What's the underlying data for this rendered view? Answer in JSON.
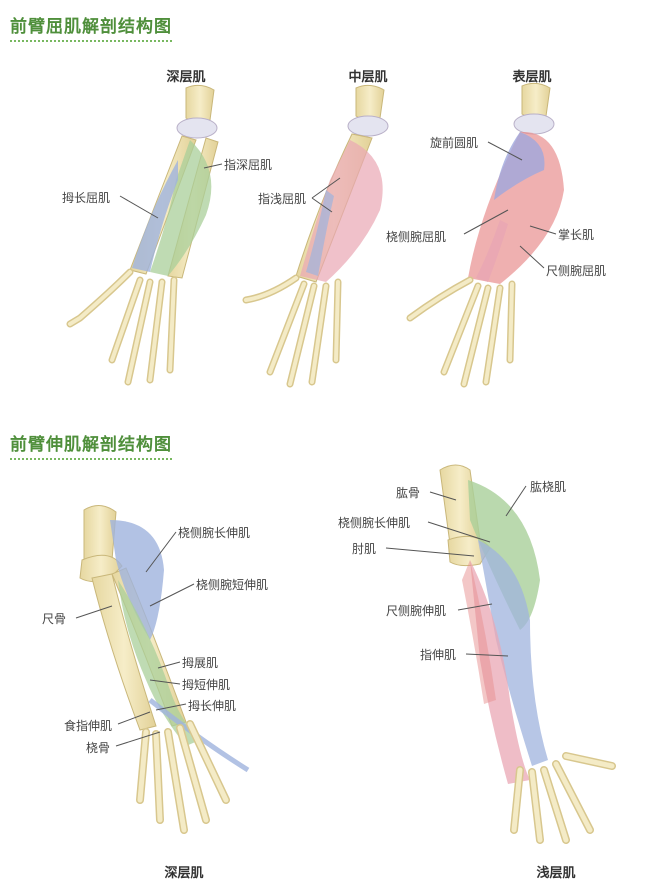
{
  "flexor_section": {
    "title": "前臂屈肌解剖结构图",
    "panels": {
      "deep": "深层肌",
      "middle": "中层肌",
      "superficial": "表层肌"
    },
    "labels": {
      "fdp": "指深屈肌",
      "fpl": "拇长屈肌",
      "fds": "指浅屈肌",
      "pronator_teres": "旋前圆肌",
      "fcr": "桡侧腕屈肌",
      "palmaris_longus": "掌长肌",
      "fcu": "尺侧腕屈肌"
    }
  },
  "extensor_section": {
    "title": "前臂伸肌解剖结构图",
    "panels": {
      "deep": "深层肌",
      "superficial": "浅层肌"
    },
    "labels": {
      "ecrl": "桡侧腕长伸肌",
      "ecrb": "桡侧腕短伸肌",
      "ulna": "尺骨",
      "apl": "拇展肌",
      "epb": "拇短伸肌",
      "epl": "拇长伸肌",
      "ei": "食指伸肌",
      "radius": "桡骨",
      "humerus": "肱骨",
      "brachioradialis": "肱桡肌",
      "ecrl2": "桡侧腕长伸肌",
      "anconeus": "肘肌",
      "ecu": "尺侧腕伸肌",
      "ed": "指伸肌"
    }
  },
  "colors": {
    "title_green": "#4f8f3b",
    "bone": "#efe3b4",
    "bone_edge": "#c9b77a",
    "muscle_green": "#a9cf9a",
    "muscle_blue": "#9fb3dd",
    "muscle_pink": "#e9a7b4",
    "muscle_red": "#e88f8f"
  }
}
